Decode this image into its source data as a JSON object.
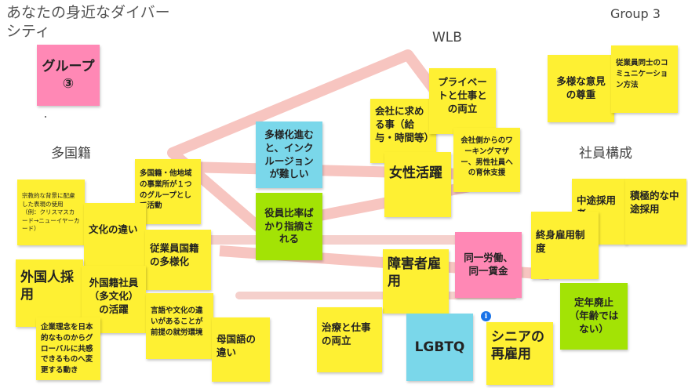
{
  "board": {
    "title": "あなたの身近なダイバーシティ",
    "group_label": "Group 3",
    "categories": {
      "multinational": "多国籍",
      "wlb": "WLB",
      "composition": "社員構成"
    }
  },
  "colors": {
    "yellow": "#fef033",
    "pink": "#ff88b5",
    "cyan": "#7ad7ea",
    "green": "#a3e305",
    "watermark": "#f7c5c0"
  },
  "notes": {
    "group_tag": "グループ③",
    "n1": "宗教的な背景に配慮した表現の使用（例：クリスマスカード→ニューイヤーカード）",
    "n2": "多国籍・他地域の事業所が１つのグループとして活動",
    "n3": "文化の違い",
    "n4": "従業員国籍の多様化",
    "n5": "外国人採用",
    "n6": "外国籍社員（多文化）の活躍",
    "n7": "企業理念を日本的なものからグローバルに共感できるものへ変更する動き",
    "n8": "言語や文化の違いがあることが前提の就労環境",
    "n9": "母国語の違い",
    "n10": "多様化進むと、インクルージョンが難しい",
    "n11": "役員比率ばかり指摘される",
    "n12": "会社に求める事（給与・時間等）",
    "n13": "プライベートと仕事との両立",
    "n14": "会社側からのワーキングマザー、男性社員への育休支援",
    "n15": "女性活躍",
    "n16": "障害者雇用",
    "n17": "同一労働、同一賃金",
    "n18": "治療と仕事の両立",
    "n19": "LGBTQ",
    "n20": "シニアの再雇用",
    "n21": "多様な意見の尊重",
    "n22": "従業員同士のコミュニケーション方法",
    "n23": "中途採用者",
    "n24": "積極的な中途採用",
    "n25": "終身雇用制度",
    "n26": "定年廃止（年齢ではない）"
  }
}
